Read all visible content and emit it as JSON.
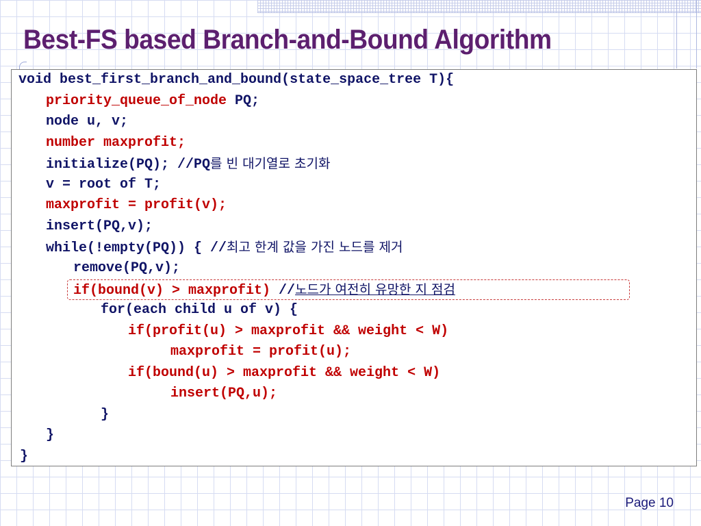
{
  "slide": {
    "title": "Best-FS based Branch-and-Bound Algorithm",
    "page_label": "Page 10"
  },
  "code": {
    "lines": [
      {
        "text": "void best_first_branch_and_bound(state_space_tree T){"
      },
      {
        "text": "priority_queue_of_node",
        "rest": " PQ;"
      },
      {
        "text": "node u, v;"
      },
      {
        "text": "number maxprofit;"
      },
      {
        "text": "initialize(PQ);     //PQ",
        "comment": "를 빈 대기열로 초기화"
      },
      {
        "text": "v = root of T;"
      },
      {
        "text": "maxprofit = profit(v);"
      },
      {
        "text": "insert(PQ,v);"
      },
      {
        "text": "while(!empty(PQ)) { //",
        "comment": "최고 한계 값을 가진 노드를 제거"
      },
      {
        "text": "remove(PQ,v);"
      },
      {
        "text": "if(bound(v) > maxprofit)",
        "rest": " //",
        "comment": "노드가 여전히 유망한 지 점검"
      },
      {
        "text": "for(each child u of v) {"
      },
      {
        "text": "if(profit(u) > maxprofit && weight < W)"
      },
      {
        "text": "maxprofit = profit(u);"
      },
      {
        "text": "if(bound(u) > maxprofit && weight < W)"
      },
      {
        "text": "insert(PQ,u);"
      },
      {
        "text": "}"
      },
      {
        "text": "}"
      },
      {
        "text": "}"
      }
    ]
  },
  "colors": {
    "title": "#5c1f6f",
    "code_default": "#101466",
    "code_highlight": "#c00000",
    "grid": "#d6dcf2"
  }
}
